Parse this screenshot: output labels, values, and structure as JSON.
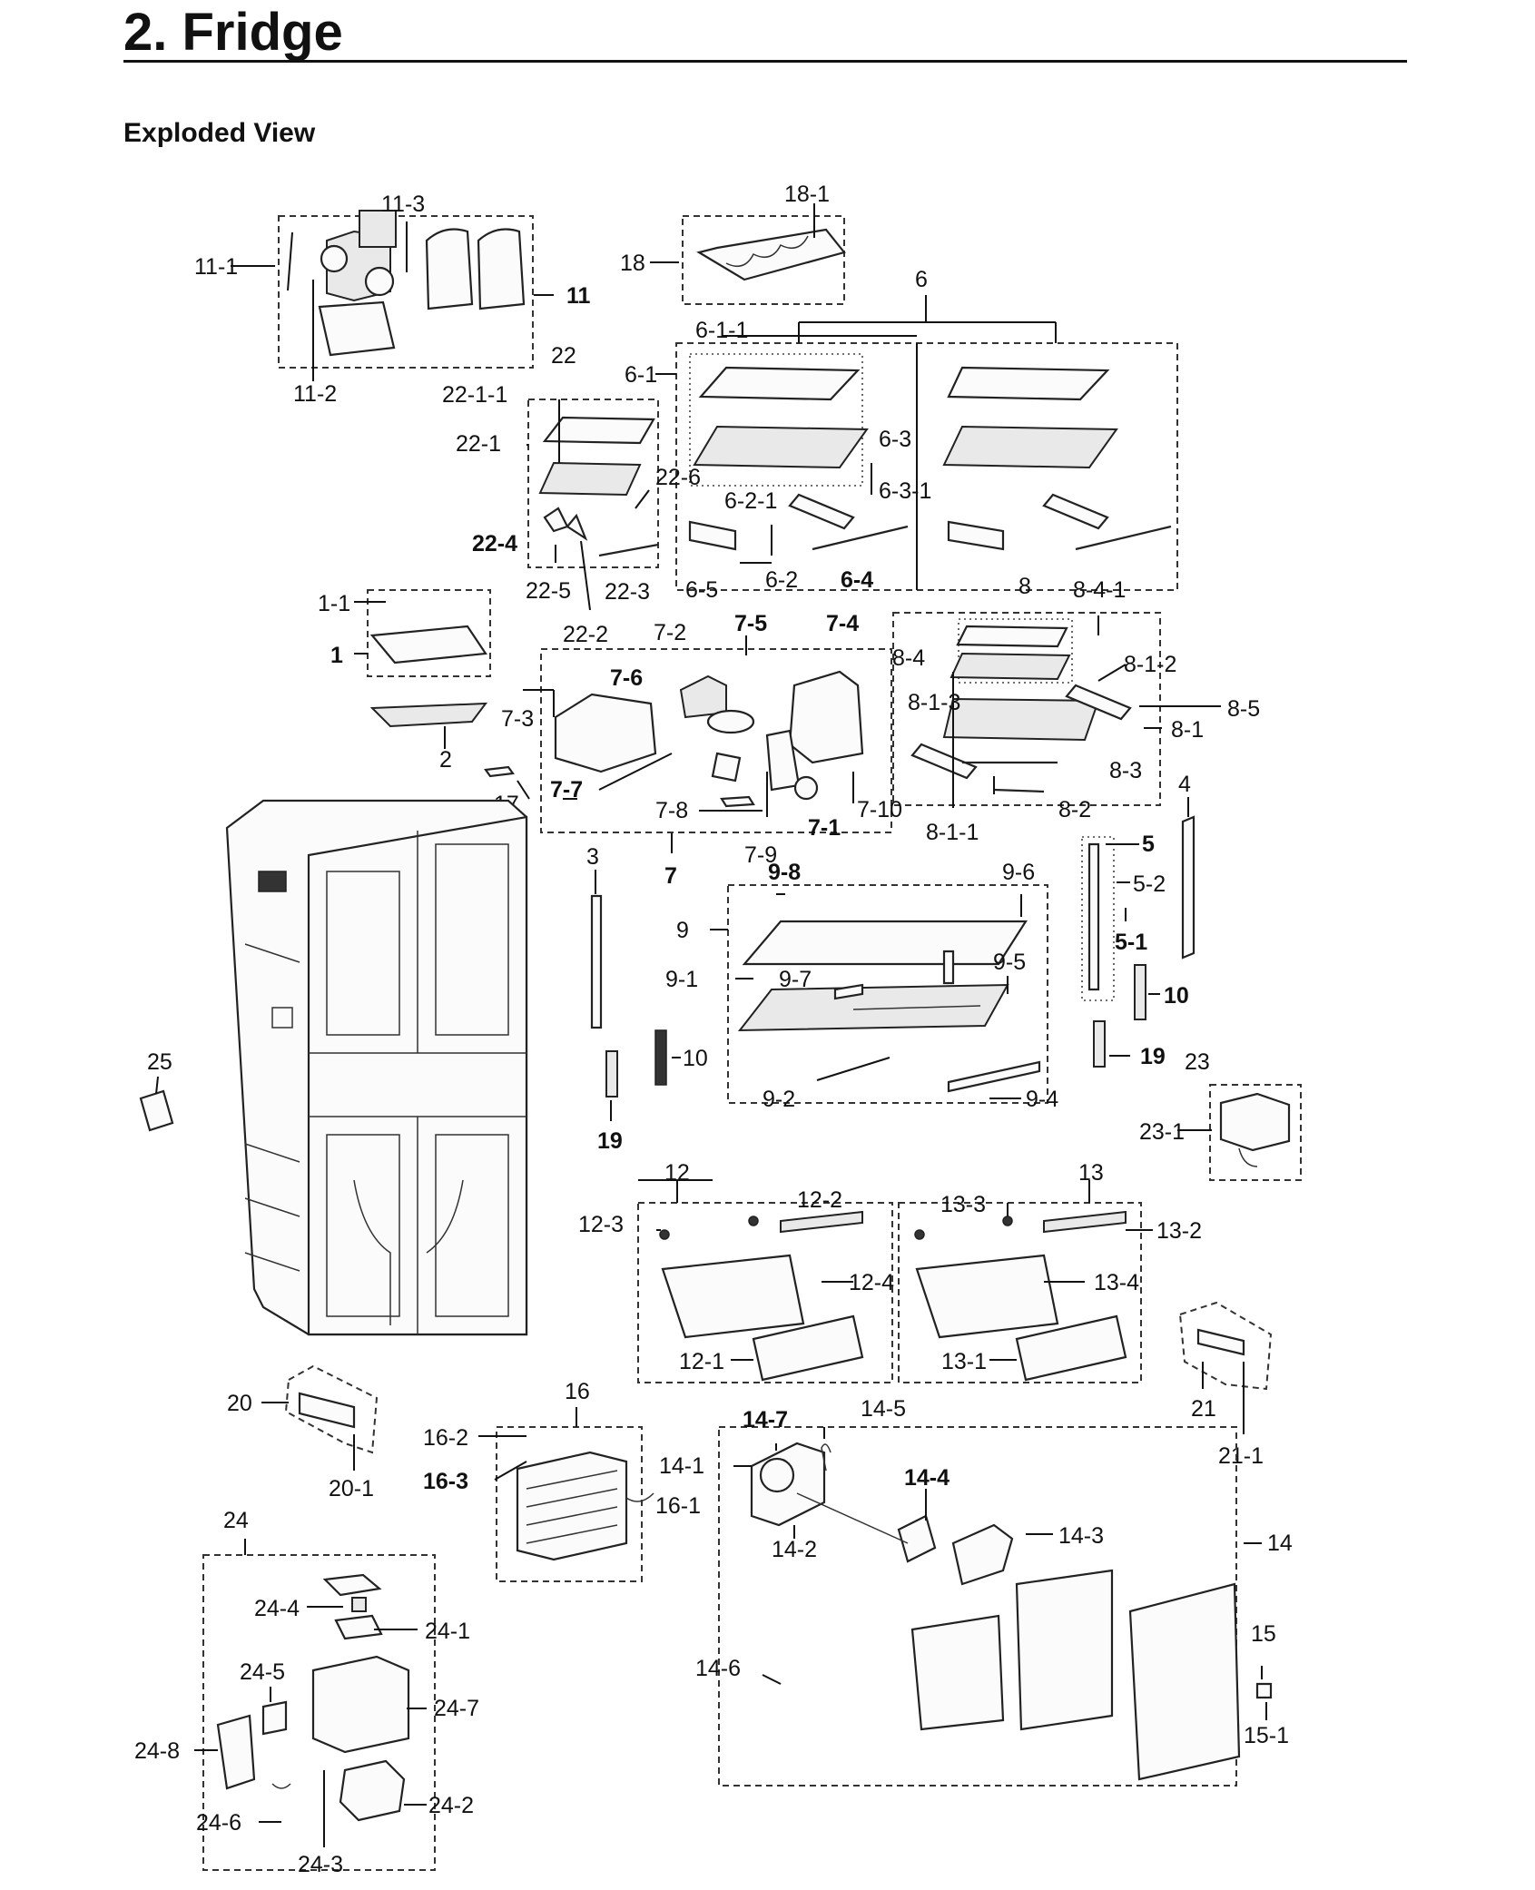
{
  "header": {
    "title": "2.  Fridge",
    "subtitle": "Exploded View"
  },
  "labels": {
    "l11_1": "11-1",
    "l11_3": "11-3",
    "l11": "11",
    "l11_2": "11-2",
    "l18_1": "18-1",
    "l18": "18",
    "l6": "6",
    "l6_1_1": "6-1-1",
    "l6_1": "6-1",
    "l6_3": "6-3",
    "l6_3_1": "6-3-1",
    "l6_2_1": "6-2-1",
    "l6_5": "6-5",
    "l6_2": "6-2",
    "l6_4": "6-4",
    "l22": "22",
    "l22_1_1": "22-1-1",
    "l22_1": "22-1",
    "l22_6": "22-6",
    "l22_4": "22-4",
    "l22_5": "22-5",
    "l22_3": "22-3",
    "l22_2": "22-2",
    "l8": "8",
    "l8_4_1": "8-4-1",
    "l8_4": "8-4",
    "l8_1_2": "8-1-2",
    "l8_1_3": "8-1-3",
    "l8_5": "8-5",
    "l8_1": "8-1",
    "l8_3": "8-3",
    "l8_2": "8-2",
    "l8_1_1": "8-1-1",
    "l1_1": "1-1",
    "l1": "1",
    "l2": "2",
    "l17": "17",
    "l7_2": "7-2",
    "l7_5": "7-5",
    "l7_4": "7-4",
    "l7_6": "7-6",
    "l7_3": "7-3",
    "l7_7": "7-7",
    "l7_8": "7-8",
    "l7_1": "7-1",
    "l7_10": "7-10",
    "l7_9": "7-9",
    "l7": "7",
    "l4": "4",
    "l5": "5",
    "l5_2": "5-2",
    "l5_1": "5-1",
    "l10a": "10",
    "l19a": "19",
    "l3": "3",
    "l10b": "10",
    "l19b": "19",
    "l9_8": "9-8",
    "l9_6": "9-6",
    "l9": "9",
    "l9_5": "9-5",
    "l9_1": "9-1",
    "l9_7": "9-7",
    "l9_2": "9-2",
    "l9_4": "9-4",
    "l25": "25",
    "l23": "23",
    "l23_1": "23-1",
    "l12": "12",
    "l12_2": "12-2",
    "l12_3": "12-3",
    "l12_4": "12-4",
    "l12_1": "12-1",
    "l13": "13",
    "l13_3": "13-3",
    "l13_2": "13-2",
    "l13_4": "13-4",
    "l13_1": "13-1",
    "l21": "21",
    "l21_1": "21-1",
    "l20": "20",
    "l20_1": "20-1",
    "l16": "16",
    "l16_2": "16-2",
    "l16_3": "16-3",
    "l16_1": "16-1",
    "l14_7": "14-7",
    "l14_5": "14-5",
    "l14_1": "14-1",
    "l14_4": "14-4",
    "l14_2": "14-2",
    "l14_3": "14-3",
    "l14": "14",
    "l14_6": "14-6",
    "l15": "15",
    "l15_1": "15-1",
    "l24": "24",
    "l24_4": "24-4",
    "l24_1": "24-1",
    "l24_5": "24-5",
    "l24_7": "24-7",
    "l24_8": "24-8",
    "l24_6": "24-6",
    "l24_2": "24-2",
    "l24_3": "24-3"
  }
}
